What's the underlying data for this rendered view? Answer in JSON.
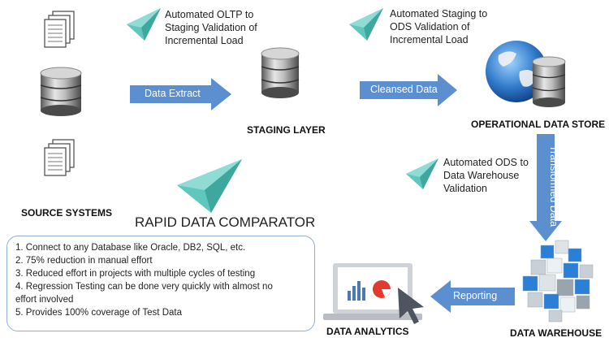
{
  "captions": {
    "oltp_to_staging": [
      "Automated OLTP to",
      "Staging Validation of",
      "Incremental Load"
    ],
    "staging_to_ods": [
      "Automated Staging to",
      "ODS Validation of",
      "Incremental Load"
    ],
    "ods_to_dw": [
      "Automated ODS to",
      "Data Warehouse",
      "Validation"
    ]
  },
  "nodes": {
    "source": "SOURCE SYSTEMS",
    "staging": "STAGING LAYER",
    "ods": "OPERATIONAL DATA STORE",
    "dw": "DATA WAREHOUSE",
    "analytics": "DATA ANALYTICS"
  },
  "arrows": {
    "extract": "Data Extract",
    "cleansed": "Cleansed Data",
    "transformed": "Transformed Data",
    "reporting": "Reporting"
  },
  "product_title": "RAPID DATA COMPARATOR",
  "benefits": [
    "1. Connect to any Database like Oracle, DB2, SQL, etc.",
    "2. 75% reduction in manual effort",
    "3. Reduced effort in projects with multiple cycles of testing",
    "4. Regression Testing can be done very quickly with almost no",
    "effort involved",
    "5. Provides 100% coverage of Test Data"
  ],
  "colors": {
    "arrow": "#5b8fd0",
    "plane": "#5fc7be",
    "box_border": "#8fb0d4"
  },
  "icons": [
    "document-stack-icon",
    "database-icon",
    "paper-plane-icon",
    "globe-database-icon",
    "cube-cluster-icon",
    "laptop-chart-icon",
    "cursor-icon"
  ]
}
